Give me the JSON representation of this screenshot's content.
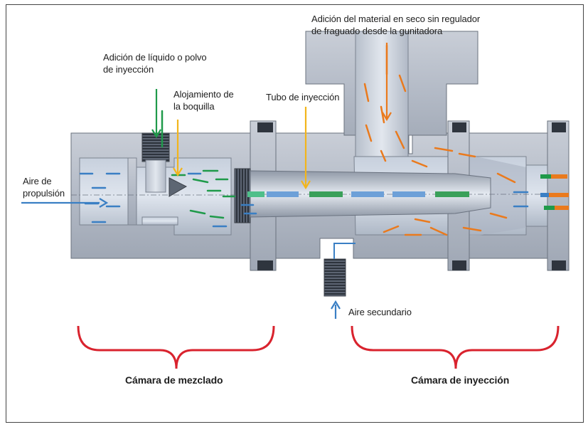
{
  "labels": {
    "dry_material": [
      "Adición del material en seco sin regulador",
      "de fraguado desde la gunitadora"
    ],
    "liquid_addition": [
      "Adición de líquido o polvo",
      "de inyección"
    ],
    "nozzle_housing": [
      "Alojamiento de",
      "la boquilla"
    ],
    "injection_tube": "Tubo de inyección",
    "propulsion_air": [
      "Aire de",
      "propulsión"
    ],
    "secondary_air": "Aire secundario",
    "mixing_chamber": "Cámara de mezclado",
    "injection_chamber": "Cámara de inyección"
  },
  "colors": {
    "body": "#b5bcc8",
    "body_dark": "#8e96a3",
    "outline": "#5a6270",
    "blue": "#3a7fc4",
    "green": "#1f9a4a",
    "orange": "#ea7a1d",
    "yellow": "#f2b51c",
    "red_brace": "#d9232e"
  }
}
